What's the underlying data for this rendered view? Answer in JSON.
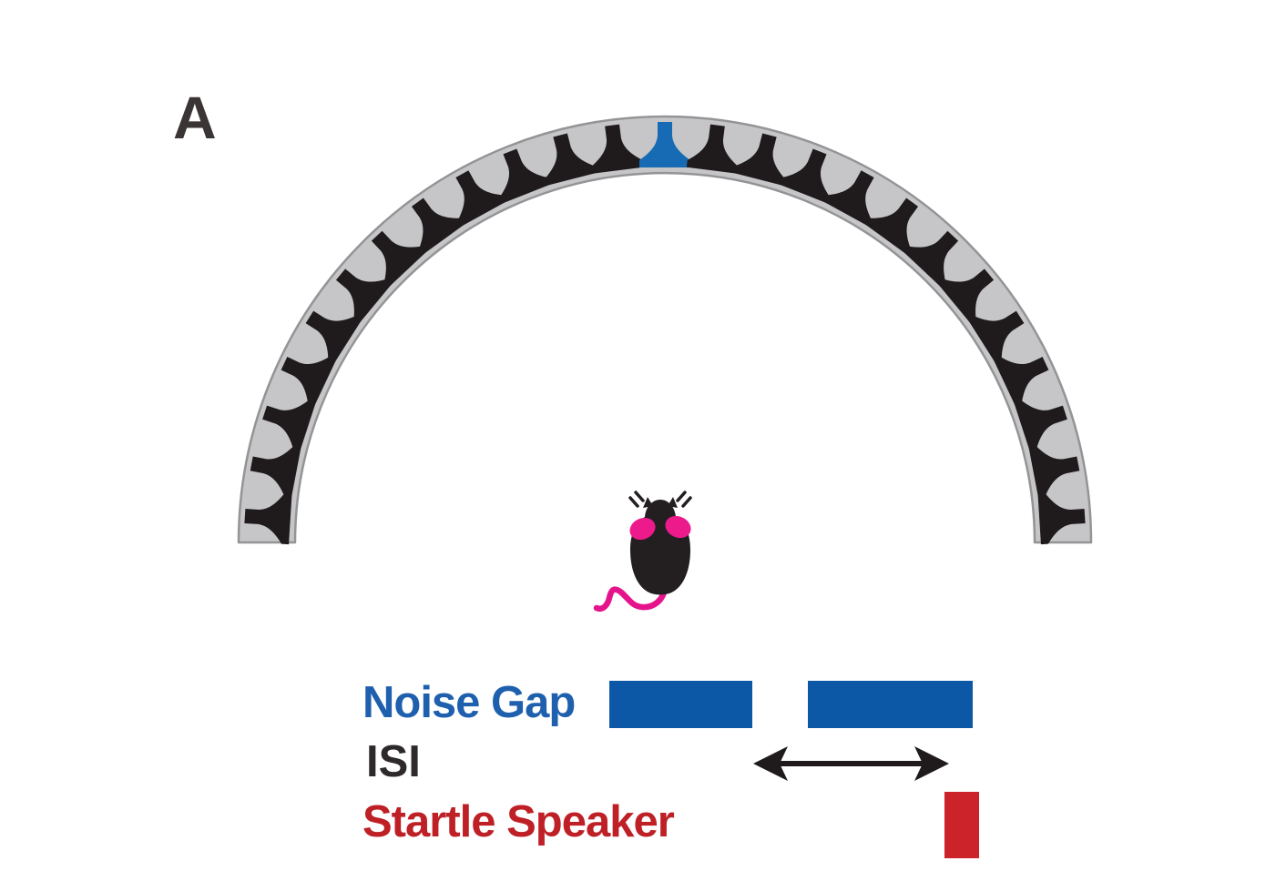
{
  "figure": {
    "panel_label": "A",
    "background_color": "#ffffff",
    "panel_label_color": "#3b3435"
  },
  "speaker_array": {
    "speaker_count": 25,
    "highlighted_speaker_index": 12,
    "angular_spacing_deg": 7.2,
    "colors": {
      "band_fill": "#c6c6c8",
      "band_outline": "#949497",
      "speaker": "#1f1b1c",
      "highlighted_speaker": "#176bb4"
    }
  },
  "mouse": {
    "colors": {
      "body": "#231f20",
      "ears": "#ec1a8b",
      "tail": "#e6148c"
    }
  },
  "legend": {
    "noise_gap_label": "Noise Gap",
    "isi_label": "ISI",
    "startle_speaker_label": "Startle Speaker",
    "colors": {
      "noise_text": "#1f60ae",
      "noise_bar": "#0c57a6",
      "isi_text": "#2e2a2b",
      "isi_arrow": "#1f1b1c",
      "startle_text": "#be2026",
      "startle_bar": "#cb2329"
    }
  }
}
